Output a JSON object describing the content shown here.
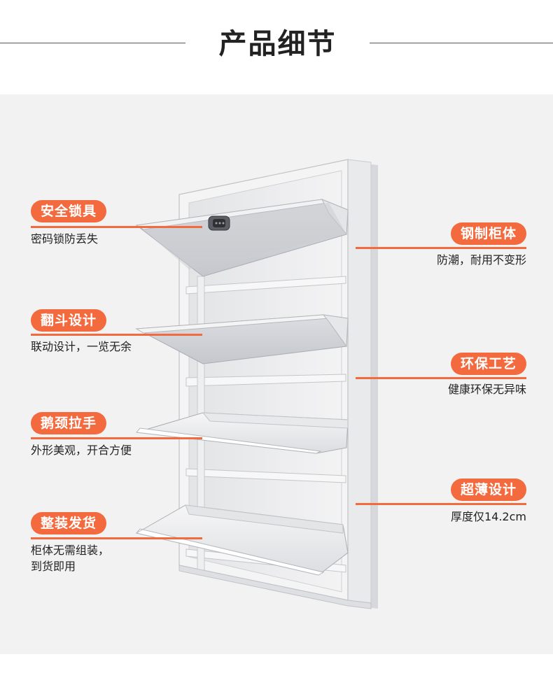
{
  "header": {
    "title": "产品细节"
  },
  "colors": {
    "accent": "#f26a3d",
    "stage_bg": "#f2f2f2",
    "cabinet": "#e6e7e9"
  },
  "product_image": "white-steel-shoe-cabinet-with-four-flip-drawers",
  "left_features": [
    {
      "label": "安全锁具",
      "desc_lines": [
        "密码锁防丢失"
      ]
    },
    {
      "label": "翻斗设计",
      "desc_lines": [
        "联动设计，一览无余"
      ]
    },
    {
      "label": "鹅颈拉手",
      "desc_lines": [
        "外形美观，开合方便"
      ]
    },
    {
      "label": "整装发货",
      "desc_lines": [
        "柜体无需组装，",
        "到货即用"
      ]
    }
  ],
  "right_features": [
    {
      "label": "钢制柜体",
      "desc_lines": [
        "防潮，耐用不变形"
      ]
    },
    {
      "label": "环保工艺",
      "desc_lines": [
        "健康环保无异味"
      ]
    },
    {
      "label": "超薄设计",
      "desc_lines": [
        "厚度仅14.2cm"
      ]
    }
  ]
}
